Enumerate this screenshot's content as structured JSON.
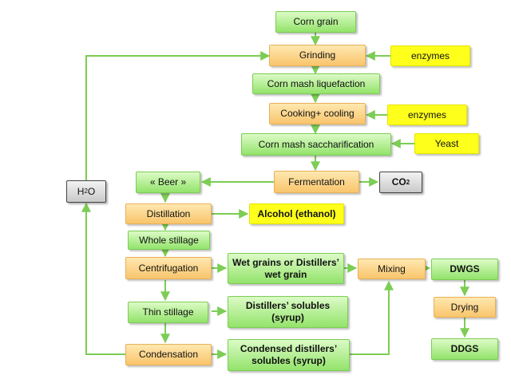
{
  "nodes": {
    "corn_grain": "Corn grain",
    "grinding": "Grinding",
    "enzymes_1": "enzymes",
    "liquefaction": "Corn mash liquefaction",
    "cooking_cooling": "Cooking+ cooling",
    "enzymes_2": "enzymes",
    "saccharification": "Corn mash saccharification",
    "yeast": "Yeast",
    "fermentation": "Fermentation",
    "beer": "« Beer »",
    "co2_main": "CO",
    "co2_sub": "2",
    "h2o_main": "H",
    "h2o_sub": "2",
    "h2o_tail": "O",
    "distillation": "Distillation",
    "alcohol": "Alcohol (ethanol)",
    "whole_stillage": "Whole stillage",
    "centrifugation": "Centrifugation",
    "wet_grains": "Wet grains or Distillers’ wet grain",
    "mixing": "Mixing",
    "dwgs": "DWGS",
    "thin_stillage": "Thin stillage",
    "distillers_solubles": "Distillers’ solubles (syrup)",
    "drying": "Drying",
    "condensation": "Condensation",
    "condensed_solubles": "Condensed distillers’ solubles (syrup)",
    "ddgs": "DDGS"
  },
  "colors": {
    "process_box": "#93e36b",
    "step_box": "#f9c56c",
    "input_box": "#ffff1c",
    "output_box": "#c9c9c9",
    "arrow": "#7ccd55"
  }
}
